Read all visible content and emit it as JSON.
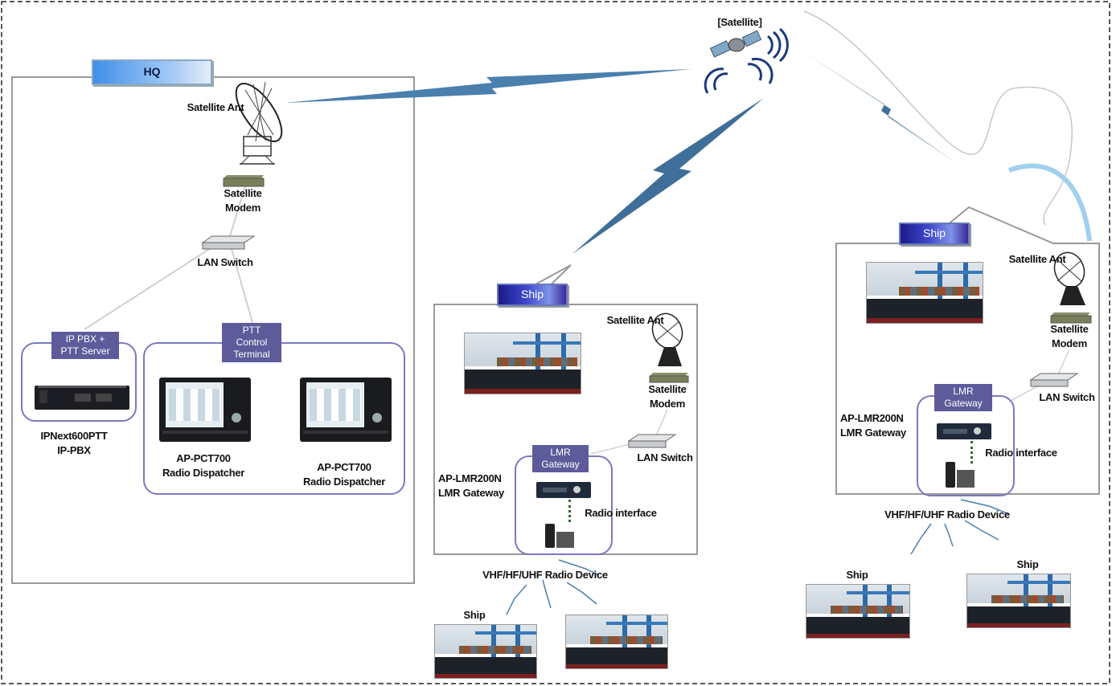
{
  "satellite": {
    "label": "[Satellite]"
  },
  "hq": {
    "title": "HQ",
    "satellite_ant": "Satellite Ant",
    "satellite_modem": "Satellite\nModem",
    "lan_switch": "LAN Switch",
    "ippbx_tag": "IP PBX +\nPTT Server",
    "ptt_tag": "PTT\nControl\nTerminal",
    "ippbx_device": "IPNext600PTT\nIP-PBX",
    "dispatcher1": "AP-PCT700\nRadio Dispatcher",
    "dispatcher2": "AP-PCT700\nRadio Dispatcher"
  },
  "ship_center": {
    "title": "Ship",
    "satellite_ant": "Satellite Ant",
    "satellite_modem": "Satellite\nModem",
    "lan_switch": "LAN Switch",
    "lmr_tag": "LMR\nGateway",
    "lmr_device": "AP-LMR200N\nLMR Gateway",
    "radio_interface": "Radio interface",
    "radio_device": "VHF/HF/UHF Radio Device",
    "ship_label": "Ship"
  },
  "ship_right": {
    "title": "Ship",
    "satellite_ant": "Satellite Ant",
    "satellite_modem": "Satellite\nModem",
    "lan_switch": "LAN Switch",
    "lmr_tag": "LMR\nGateway",
    "lmr_device": "AP-LMR200N\nLMR Gateway",
    "radio_interface": "Radio interface",
    "radio_device": "VHF/HF/UHF Radio Device",
    "ship_label_left": "Ship",
    "ship_label_right": "Ship"
  },
  "colors": {
    "link": "#4a7fae",
    "group_border": "#7a79bf",
    "group_tag": "#5d5b9a",
    "panel_border": "#999999"
  }
}
